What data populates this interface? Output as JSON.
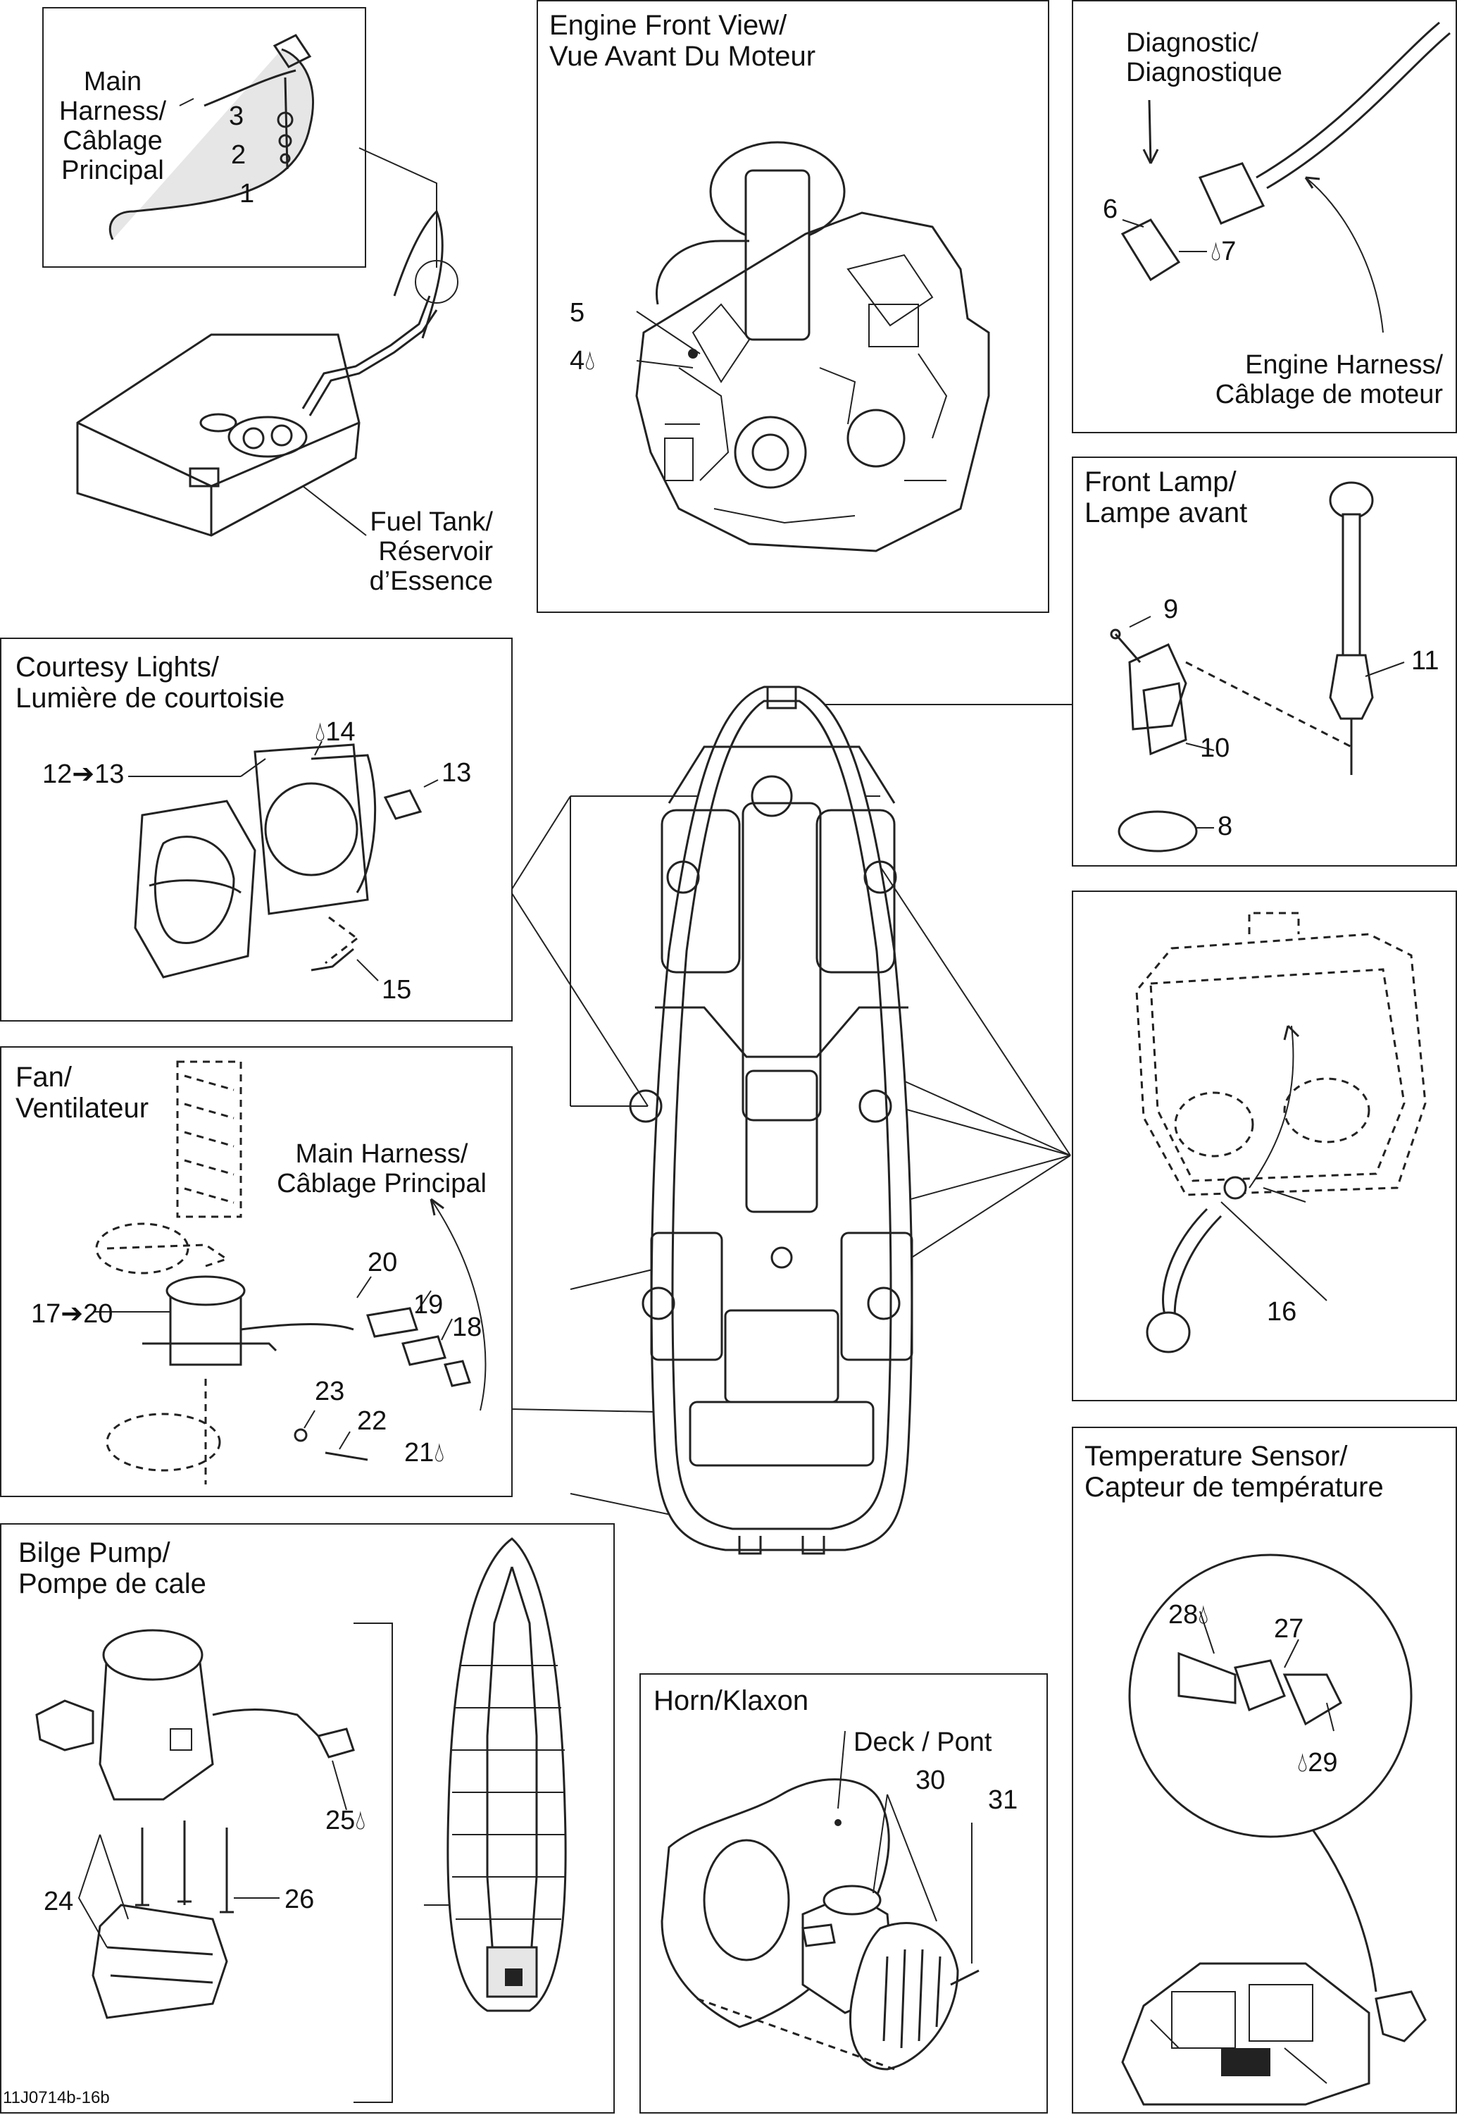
{
  "panels": {
    "fuel_tank": {
      "main_harness": "Main\nHarness/\nCâblage\nPrincipal",
      "fuel_tank": "Fuel Tank/\nRéservoir\nd’Essence",
      "callouts": [
        "3",
        "2",
        "1"
      ]
    },
    "engine_front": {
      "title": "Engine Front View/\nVue Avant Du Moteur",
      "callouts": [
        "5",
        "4"
      ]
    },
    "diagnostic": {
      "diagnostic": "Diagnostic/\nDiagnostique",
      "engine_harness": "Engine Harness/\nCâblage de moteur",
      "callouts": [
        "6",
        "7"
      ]
    },
    "front_lamp": {
      "title": "Front Lamp/\nLampe avant",
      "callouts": [
        "9",
        "11",
        "10",
        "8"
      ]
    },
    "courtesy_lights": {
      "title": "Courtesy Lights/\nLumière de courtoisie",
      "callouts": [
        "14",
        "12➔13",
        "13",
        "15"
      ]
    },
    "cap_sensor": {
      "callouts": [
        "16"
      ]
    },
    "fan": {
      "title": "Fan/\nVentilateur",
      "main_harness": "Main Harness/\nCâblage Principal",
      "callouts": [
        "20",
        "17➔20",
        "19",
        "18",
        "23",
        "22",
        "21"
      ]
    },
    "temperature": {
      "title": "Temperature Sensor/\nCapteur de température",
      "callouts": [
        "28",
        "27",
        "29"
      ]
    },
    "bilge": {
      "title": "Bilge Pump/\nPompe de cale",
      "callouts": [
        "25",
        "24",
        "26"
      ]
    },
    "horn": {
      "title": "Horn/Klaxon",
      "deck": "Deck / Pont",
      "callouts": [
        "30",
        "31"
      ]
    }
  },
  "footer": "11J0714b-16b",
  "icons": {
    "drop": "oil-drop-icon"
  }
}
